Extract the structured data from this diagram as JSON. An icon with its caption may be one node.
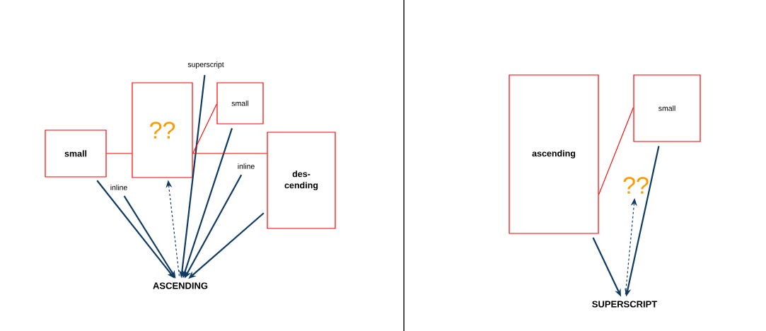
{
  "diagram": {
    "nodes": [
      {
        "text": [
          "small"
        ]
      },
      {
        "text": [
          "??"
        ]
      },
      {
        "text": [
          "small"
        ]
      },
      {
        "text": [
          "des- cending"
        ]
      },
      {
        "text": [
          "superscript"
        ]
      },
      {
        "text": [
          "inline"
        ]
      },
      {
        "text": [
          "inline"
        ]
      },
      {
        "text": [
          "ASCENDING"
        ]
      },
      {
        "text": [
          "ascending"
        ]
      },
      {
        "text": [
          "small"
        ]
      },
      {
        "text": [
          "??"
        ]
      },
      {
        "text": [
          "SUPERSCRIPT"
        ]
      }
    ],
    "edges": [
      {
        "from": 0,
        "to": 7,
        "arrow": "to"
      },
      {
        "from": 5,
        "to": 7,
        "arrow": "to"
      },
      {
        "from": 7,
        "to": 1,
        "arrow": "to",
        "style": "dashed"
      },
      {
        "from": 4,
        "to": 7,
        "arrow": "to"
      },
      {
        "from": 2,
        "to": 7,
        "arrow": "to"
      },
      {
        "from": 6,
        "to": 7,
        "arrow": "to"
      },
      {
        "from": 3,
        "to": 7,
        "arrow": "to"
      },
      {
        "from": 0,
        "to": 1,
        "arrow": "none",
        "color": "#ff0000"
      },
      {
        "from": 1,
        "to": 3,
        "arrow": "none",
        "color": "#ff0000"
      },
      {
        "from": 1,
        "to": 2,
        "arrow": "none",
        "color": "#ff0000"
      },
      {
        "from": 8,
        "to": 11,
        "arrow": "to"
      },
      {
        "from": 11,
        "to": 10,
        "arrow": "to",
        "style": "dashed"
      },
      {
        "from": 9,
        "to": 11,
        "arrow": "to"
      },
      {
        "from": 8,
        "to": 9,
        "arrow": "none",
        "color": "#ff0000"
      }
    ]
  }
}
